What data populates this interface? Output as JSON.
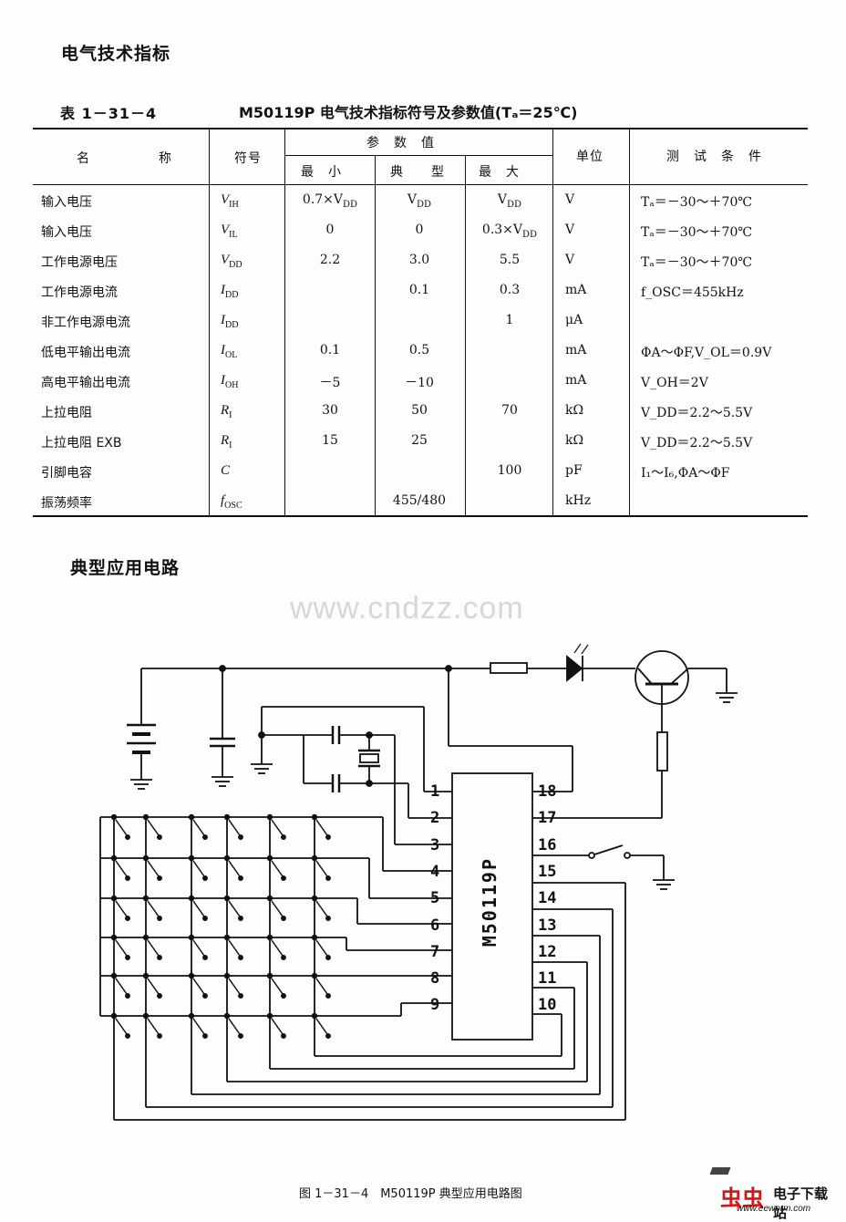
{
  "heading_spec": "电气技术指标",
  "table": {
    "number": "表 1－31－4",
    "title": "M50119P 电气技术指标符号及参数值(Tₐ＝25℃)",
    "headers": {
      "name": "名　　　　　称",
      "symbol": "符号",
      "params": "参　数　值",
      "min": "最　小",
      "typ": "典　　型",
      "max": "最　大",
      "unit": "单位",
      "cond": "测　试　条　件"
    },
    "rows": [
      {
        "name": "输入电压",
        "sym": "V",
        "sub": "IH",
        "min": "0.7×V",
        "min_sub": "DD",
        "typ": "V",
        "typ_sub": "DD",
        "max": "V",
        "max_sub": "DD",
        "unit": "V",
        "cond": "Tₐ＝－30～＋70℃"
      },
      {
        "name": "输入电压",
        "sym": "V",
        "sub": "IL",
        "min": "0",
        "min_sub": "",
        "typ": "0",
        "typ_sub": "",
        "max": "0.3×V",
        "max_sub": "DD",
        "unit": "V",
        "cond": "Tₐ＝－30～＋70℃"
      },
      {
        "name": "工作电源电压",
        "sym": "V",
        "sub": "DD",
        "min": "2.2",
        "min_sub": "",
        "typ": "3.0",
        "typ_sub": "",
        "max": "5.5",
        "max_sub": "",
        "unit": "V",
        "cond": "Tₐ＝－30～＋70℃"
      },
      {
        "name": "工作电源电流",
        "sym": "I",
        "sub": "DD",
        "min": "",
        "min_sub": "",
        "typ": "0.1",
        "typ_sub": "",
        "max": "0.3",
        "max_sub": "",
        "unit": "mA",
        "cond": "f_OSC＝455kHz"
      },
      {
        "name": "非工作电源电流",
        "sym": "I",
        "sub": "DD",
        "min": "",
        "min_sub": "",
        "typ": "",
        "typ_sub": "",
        "max": "1",
        "max_sub": "",
        "unit": "μA",
        "cond": ""
      },
      {
        "name": "低电平输出电流",
        "sym": "I",
        "sub": "OL",
        "min": "0.1",
        "min_sub": "",
        "typ": "0.5",
        "typ_sub": "",
        "max": "",
        "max_sub": "",
        "unit": "mA",
        "cond": "ΦA～ΦF,V_OL＝0.9V"
      },
      {
        "name": "高电平输出电流",
        "sym": "I",
        "sub": "OH",
        "min": "－5",
        "min_sub": "",
        "typ": "－10",
        "typ_sub": "",
        "max": "",
        "max_sub": "",
        "unit": "mA",
        "cond": "V_OH＝2V"
      },
      {
        "name": "上拉电阻",
        "sym": "R",
        "sub": "I",
        "min": "30",
        "min_sub": "",
        "typ": "50",
        "typ_sub": "",
        "max": "70",
        "max_sub": "",
        "unit": "kΩ",
        "cond": "V_DD＝2.2～5.5V"
      },
      {
        "name": "上拉电阻 EXB",
        "sym": "R",
        "sub": "I",
        "min": "15",
        "min_sub": "",
        "typ": "25",
        "typ_sub": "",
        "max": "",
        "max_sub": "",
        "unit": "kΩ",
        "cond": "V_DD＝2.2～5.5V"
      },
      {
        "name": "引脚电容",
        "sym": "C",
        "sub": "",
        "min": "",
        "min_sub": "",
        "typ": "",
        "typ_sub": "",
        "max": "100",
        "max_sub": "",
        "unit": "pF",
        "cond": "I₁～I₆,ΦA～ΦF"
      },
      {
        "name": "振荡频率",
        "sym": "f",
        "sub": "OSC",
        "min": "",
        "min_sub": "",
        "typ": "455/480",
        "typ_sub": "",
        "max": "",
        "max_sub": "",
        "unit": "kHz",
        "cond": ""
      }
    ]
  },
  "heading_circuit": "典型应用电路",
  "watermark": "www.cndzz.com",
  "circuit": {
    "chip_label": "M50119P",
    "pins_left": [
      "1",
      "2",
      "3",
      "4",
      "5",
      "6",
      "7",
      "8",
      "9"
    ],
    "pins_right": [
      "18",
      "17",
      "16",
      "15",
      "14",
      "13",
      "12",
      "11",
      "10"
    ]
  },
  "figure_caption": "图 1－31－4　M50119P 典型应用电路图",
  "logo": {
    "mark": "虫虫",
    "text": "电子下载站",
    "url": "www.eeworm.com"
  }
}
